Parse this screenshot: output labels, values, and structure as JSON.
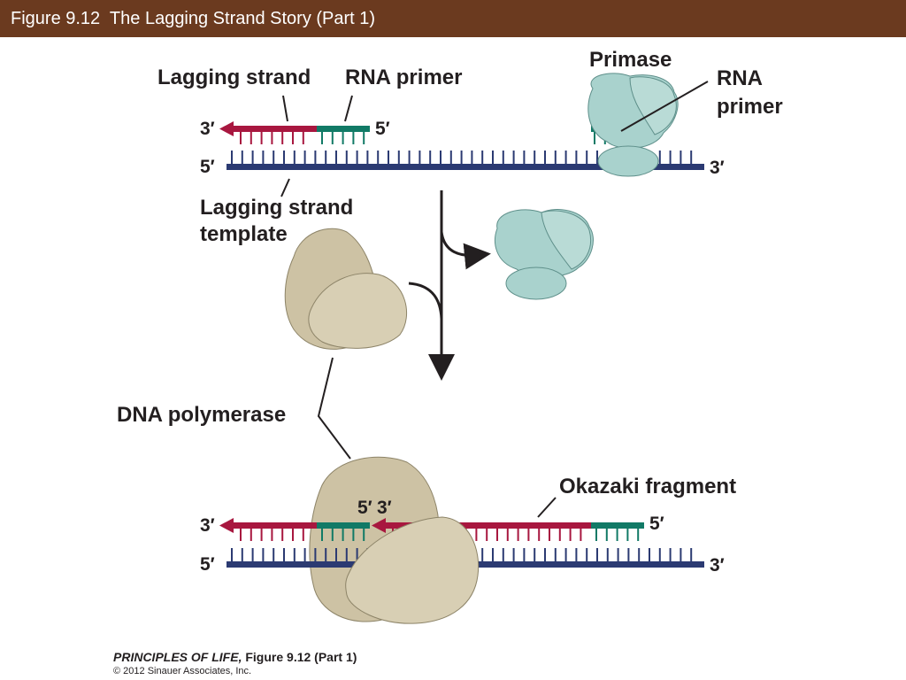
{
  "header": {
    "title": "Figure 9.12  The Lagging Strand Story (Part 1)"
  },
  "colors": {
    "header_bg": "#6b3a1f",
    "lagging_strand": "#a8173f",
    "rna_primer": "#117a66",
    "template_strand": "#2b3a72",
    "dna_polymerase": "#cdc2a4",
    "primase": "#a9d2cd"
  },
  "top": {
    "lagging_strand_label": "Lagging strand",
    "rna_primer_label": "RNA primer",
    "primase_label": "Primase",
    "primase_rna_primer_label_1": "RNA",
    "primase_rna_primer_label_2": "primer",
    "upper_left_end": "3′",
    "upper_right_end": "5′",
    "lower_left_end": "5′",
    "lower_right_end": "3′",
    "template_label_1": "Lagging strand",
    "template_label_2": "template"
  },
  "middle": {
    "dna_polymerase_label": "DNA polymerase"
  },
  "bottom": {
    "okazaki_label": "Okazaki fragment",
    "junction_5": "5′",
    "junction_3": "3′",
    "upper_left_end": "3′",
    "upper_right_end": "5′",
    "lower_left_end": "5′",
    "lower_right_end": "3′"
  },
  "credit": {
    "book": "PRINCIPLES OF LIFE,",
    "figure": "Figure 9.12 (Part 1)",
    "copyright": "© 2012 Sinauer Associates, Inc."
  }
}
